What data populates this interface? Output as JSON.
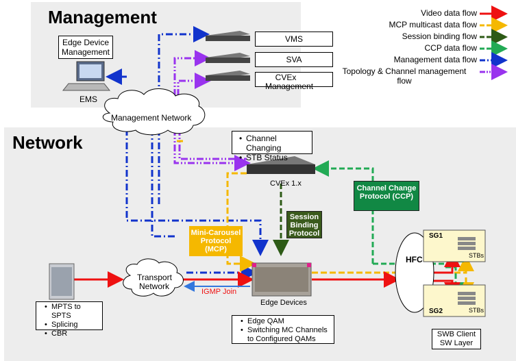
{
  "sections": {
    "management_title": "Management",
    "network_title": "Network"
  },
  "nodes": {
    "edge_device_mgmt": "Edge Device Management",
    "ems": "EMS",
    "management_network": "Management Network",
    "vms": "VMS",
    "sva": "SVA",
    "cvex_mgmt": "CVEx Management",
    "cvex": "CVEx 1.x",
    "transport_network": "Transport Network",
    "edge_devices": "Edge Devices",
    "hfc": "HFC",
    "sg1": "SG1",
    "sg2": "SG2",
    "stbs1": "STBs",
    "stbs2": "STBs",
    "swb_client": "SWB Client SW Layer"
  },
  "notes": {
    "cvex_bullets": [
      "Channel Changing",
      "STB Status"
    ],
    "source_bullets": [
      "MPTS to SPTS",
      "Splicing",
      "CBR"
    ],
    "edge_bullets": [
      "Edge QAM",
      "Switching MC Channels to Configured QAMs"
    ]
  },
  "protocol_labels": {
    "ccp": "Channel Change Protocol (CCP)",
    "session": "Session Binding Protocol",
    "mcp": "Mini-Carousel Protocol (MCP)",
    "igmp": "IGMP Join"
  },
  "legend": [
    {
      "label": "Video data flow",
      "color": "#ee1111",
      "style": "solid"
    },
    {
      "label": "MCP multicast data flow",
      "color": "#f5b800",
      "style": "dash"
    },
    {
      "label": "Session binding flow",
      "color": "#2d5a16",
      "style": "dash"
    },
    {
      "label": "CCP data flow",
      "color": "#22aa55",
      "style": "dash"
    },
    {
      "label": "Management data flow",
      "color": "#1133cc",
      "style": "dashdot"
    },
    {
      "label": "Topology & Channel management flow",
      "color": "#9933ee",
      "style": "dashdotdot"
    }
  ],
  "colors": {
    "video": "#ee1111",
    "mcp": "#f5b800",
    "session": "#2d5a16",
    "ccp": "#22aa55",
    "management": "#1133cc",
    "topology": "#9933ee",
    "panel": "#eeeeee",
    "ccp_box": "#118844",
    "session_box": "#3a5a1c",
    "mcp_box": "#f5b800",
    "sg_box": "#fdf7cc",
    "igmp": "#ee1111"
  }
}
